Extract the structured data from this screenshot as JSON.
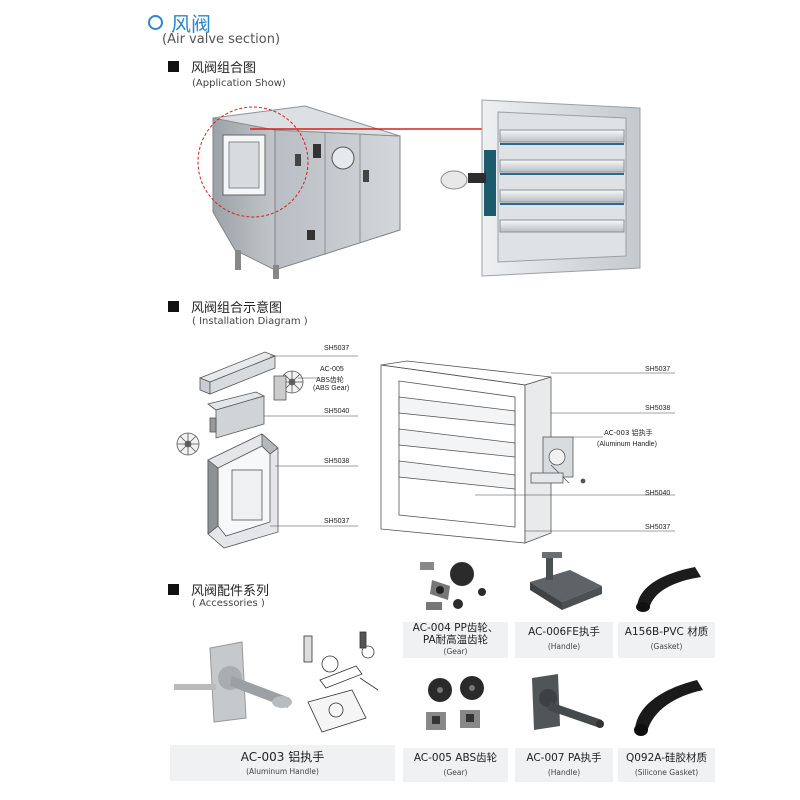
{
  "header": {
    "title": "风阀",
    "subtitle": "(Air valve section)"
  },
  "sections": {
    "application": {
      "title": "风阀组合图",
      "subtitle": "(Application Show)"
    },
    "installation": {
      "title": "风阀组合示意图",
      "subtitle": "( Installation Diagram )"
    },
    "accessories": {
      "title": "风阀配件系列",
      "subtitle": "( Accessories )"
    }
  },
  "diagram_labels": {
    "left": {
      "sh5037_top": "SH5037",
      "ac005_code": "AC-005",
      "ac005_zh": "ABS齿轮",
      "ac005_en": "(ABS Gear)",
      "sh5040": "SH5040",
      "sh5038": "SH5038",
      "sh5037_bottom": "SH5037"
    },
    "right": {
      "sh5037_top": "SH5037",
      "sh5038": "SH5038",
      "ac003_zh": "AC-003 铝执手",
      "ac003_en": "(Aluminum Handle)",
      "sh5040": "SH5040",
      "sh5037_bottom": "SH5037"
    }
  },
  "products": {
    "ac004": {
      "line1": "AC-004 PP齿轮、",
      "line2": "PA耐高温齿轮",
      "sub": "(Gear)"
    },
    "ac006fe": {
      "title": "AC-006FE执手",
      "sub": "(Handle)"
    },
    "a156b": {
      "title": "A156B-PVC 材质",
      "sub": "(Gasket)"
    },
    "ac003": {
      "title": "AC-003 铝执手",
      "sub": "(Aluminum Handle)"
    },
    "ac005": {
      "title": "AC-005 ABS齿轮",
      "sub": "(Gear)"
    },
    "ac007": {
      "title": "AC-007 PA执手",
      "sub": "(Handle)"
    },
    "q092a": {
      "title": "Q092A-硅胶材质",
      "sub": "(Silicone Gasket)"
    }
  },
  "colors": {
    "accent": "#2a88c8",
    "callout": "#d42020",
    "card_bg": "#f0f1f2"
  }
}
